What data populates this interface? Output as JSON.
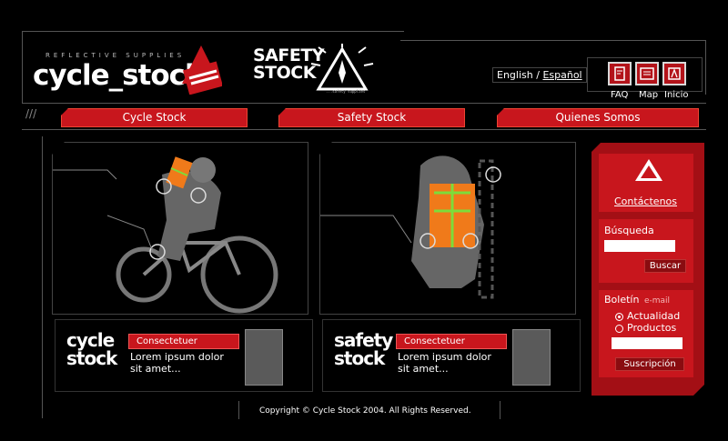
{
  "header": {
    "tagline": "REFLECTIVE SUPPLIES",
    "brand": "cycle_stock",
    "safety_line1": "SAFETY",
    "safety_line2": "STOCK",
    "safety_tag": "...safety supplies",
    "lang_en": "English",
    "lang_sep": " / ",
    "lang_es": "Español",
    "icons": [
      {
        "label": "FAQ",
        "icon": "faq-icon"
      },
      {
        "label": "Map",
        "icon": "map-icon"
      },
      {
        "label": "Inicio",
        "icon": "home-icon"
      }
    ]
  },
  "nav": [
    "Cycle Stock",
    "Safety Stock",
    "Quienes Somos"
  ],
  "products": [
    {
      "line1": "cycle",
      "line2": "stock",
      "button": "Consectetuer",
      "text1": "Lorem ipsum dolor",
      "text2": "sit amet..."
    },
    {
      "line1": "safety",
      "line2": "stock",
      "button": "Consectetuer",
      "text1": "Lorem ipsum dolor",
      "text2": "sit amet..."
    }
  ],
  "sidebar": {
    "contact": "Contáctenos",
    "search_label": "Búsqueda",
    "search_button": "Buscar",
    "newsletter_label": "Boletín",
    "newsletter_hint": "e-mail",
    "options": [
      "Actualidad",
      "Productos"
    ],
    "subscribe_button": "Suscripción"
  },
  "footer": "Copyright © Cycle Stock 2004. All Rights Reserved.",
  "colors": {
    "accent": "#c8161d",
    "dark_red": "#a30f15",
    "highlight": "#f07a1a"
  }
}
